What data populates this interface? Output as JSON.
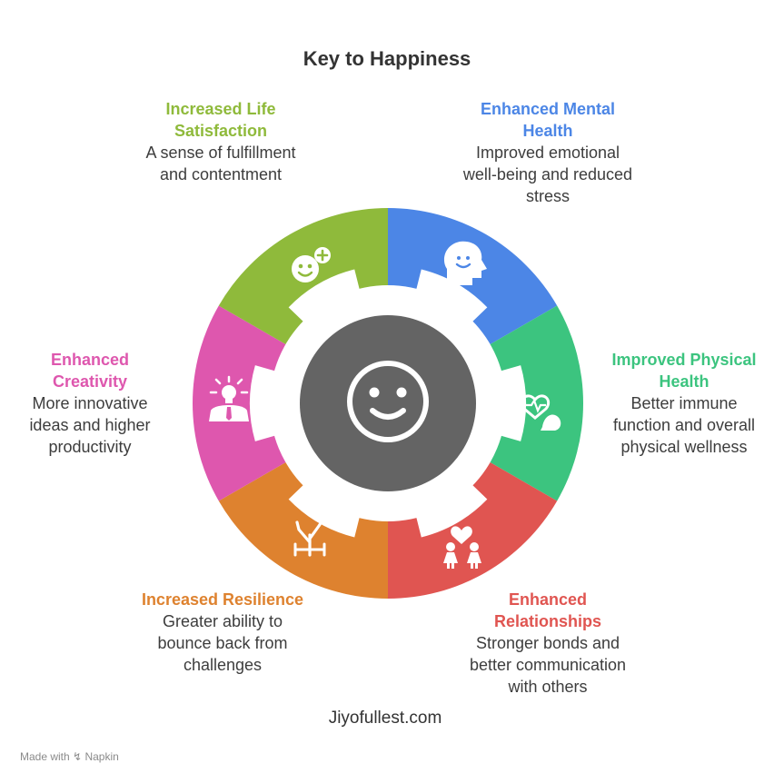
{
  "title": "Key to Happiness",
  "segments": [
    {
      "id": "mental",
      "heading": "Enhanced Mental Health",
      "description": "Improved emotional well-being and reduced stress",
      "color": "#4c86e6",
      "icon": "head-smile-icon"
    },
    {
      "id": "physical",
      "heading": "Improved Physical Health",
      "description": "Better immune function and overall physical wellness",
      "color": "#3cc47f",
      "icon": "heart-muscle-icon"
    },
    {
      "id": "relationships",
      "heading": "Enhanced Relationships",
      "description": "Stronger bonds and better communication with others",
      "color": "#e05551",
      "icon": "couple-heart-icon"
    },
    {
      "id": "resilience",
      "heading": "Increased Resilience",
      "description": "Greater ability to bounce back from challenges",
      "color": "#de822f",
      "icon": "sprout-icon"
    },
    {
      "id": "creativity",
      "heading": "Enhanced Creativity",
      "description": "More innovative ideas and higher productivity",
      "color": "#de57ae",
      "icon": "lightbulb-person-icon"
    },
    {
      "id": "life",
      "heading": "Increased Life Satisfaction",
      "description": "A sense of fulfillment and contentment",
      "color": "#8fba3b",
      "icon": "smile-plus-icon"
    }
  ],
  "center": {
    "color": "#646464",
    "icon": "smiley-face-icon"
  },
  "footer": {
    "site": "Jiyofullest.com",
    "made_with": "Made with",
    "brand": "Napkin"
  }
}
